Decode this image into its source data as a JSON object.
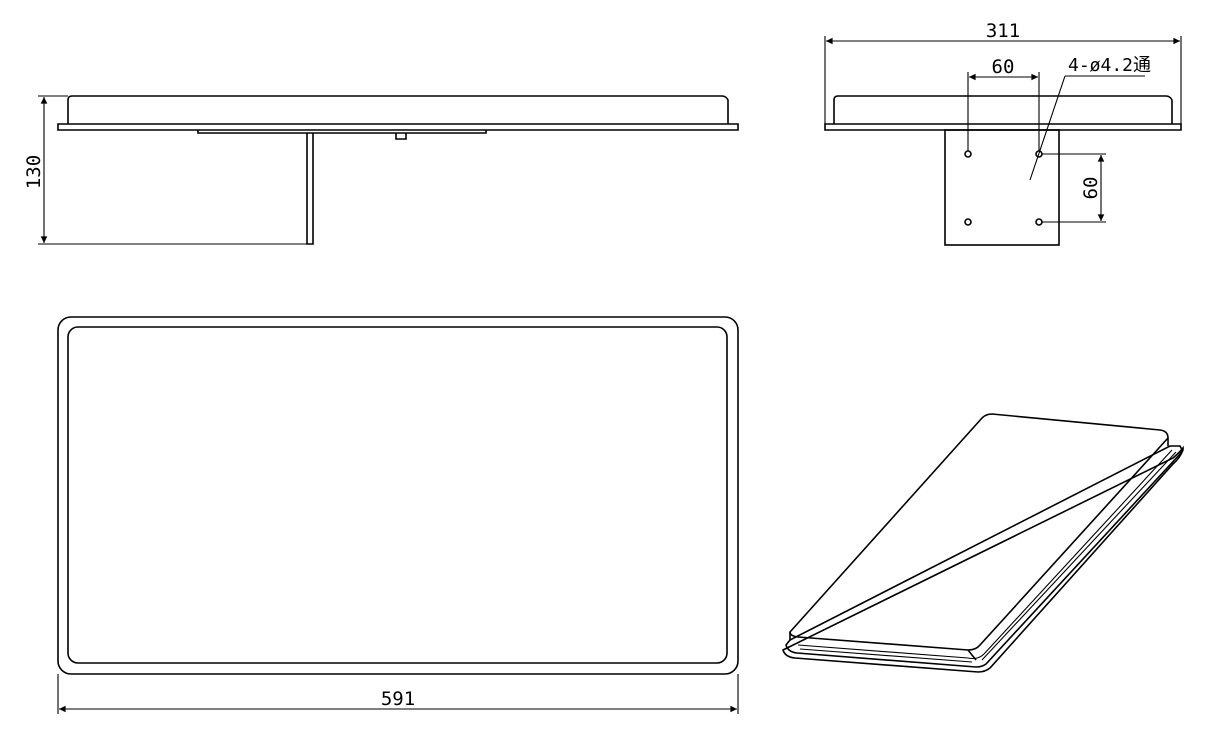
{
  "dimensions": {
    "front_height": "130",
    "side_width": "311",
    "hole_spacing_x": "60",
    "hole_spacing_y": "60",
    "hole_note": "4-ø4.2通",
    "top_length": "591"
  },
  "colors": {
    "line": "#000000",
    "background": "#ffffff"
  }
}
